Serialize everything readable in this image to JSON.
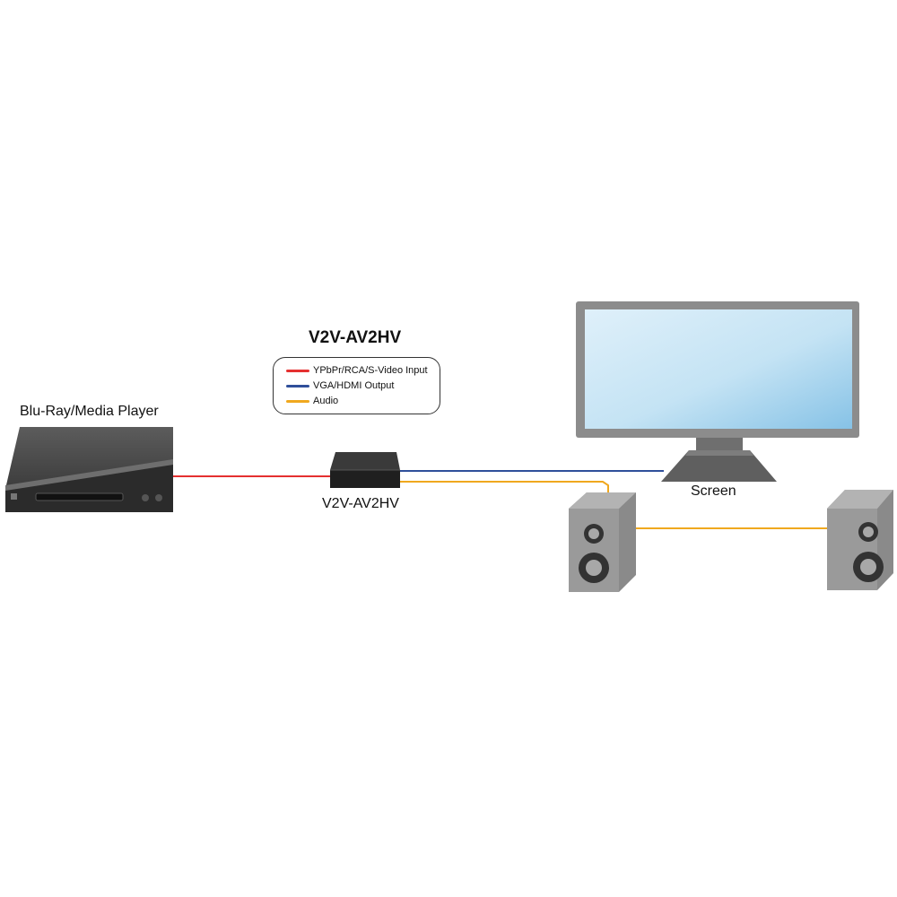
{
  "title": "V2V-AV2HV",
  "legend": {
    "items": [
      {
        "label": "YPbPr/RCA/S-Video Input",
        "color": "#e53030"
      },
      {
        "label": "VGA/HDMI Output",
        "color": "#2f4f9a"
      },
      {
        "label": "Audio",
        "color": "#f0a81e"
      }
    ]
  },
  "devices": {
    "player": {
      "label": "Blu-Ray/Media Player",
      "icon": "blu-ray-player-icon"
    },
    "converter": {
      "label": "V2V-AV2HV",
      "icon": "converter-box-icon"
    },
    "screen": {
      "label": "Screen",
      "icon": "monitor-icon"
    },
    "speakers": {
      "icon": "speaker-icon",
      "count": 2
    }
  },
  "colors": {
    "input": "#e53030",
    "output": "#2f4f9a",
    "audio": "#f0a81e",
    "device_dark": "#2e2e2e",
    "speaker_gray": "#9a9a9a",
    "screen_bezel": "#8c8c8c",
    "screen_glass": "#a9d4ec"
  }
}
